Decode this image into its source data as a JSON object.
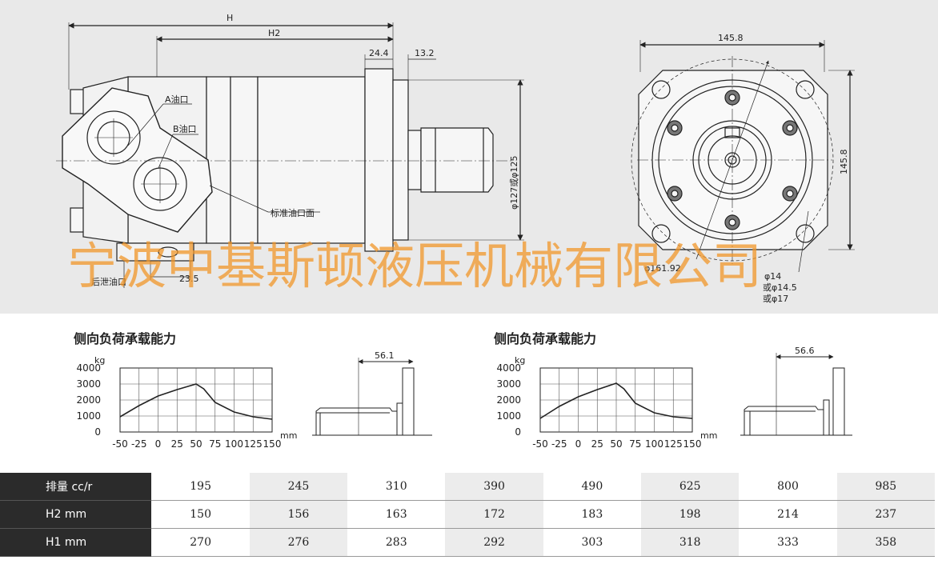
{
  "drawing": {
    "dims": {
      "H": "H",
      "H2": "H2",
      "d24": "24.4",
      "d13": "13.2",
      "d23": "23.5",
      "width_top": "145.8",
      "width_side": "145.8",
      "pilot": "φ127或φ125",
      "pcd": "φ161.92",
      "hole1": "φ14",
      "hole2": "或φ14.5",
      "hole3": "或φ17"
    },
    "callouts": {
      "port_a": "A油口",
      "port_b": "B油口",
      "std_face": "标准油口面",
      "drain": "后泄油口"
    },
    "watermark": "宁波中基斯顿液压机械有限公司"
  },
  "charts": [
    {
      "title": "侧向负荷承载能力",
      "unit_y": "kg",
      "unit_x": "mm",
      "shaft_dim": "56.1"
    },
    {
      "title": "侧向负荷承载能力",
      "unit_y": "kg",
      "unit_x": "mm",
      "shaft_dim": "56.6"
    }
  ],
  "chart_data": [
    {
      "type": "line",
      "title": "侧向负荷承载能力",
      "xlabel": "mm",
      "ylabel": "kg",
      "xlim": [
        -50,
        150
      ],
      "ylim": [
        0,
        4000
      ],
      "x_ticks": [
        "-50",
        "-25",
        "0",
        "25",
        "50",
        "75",
        "100",
        "125",
        "150"
      ],
      "y_ticks": [
        "0",
        "1000",
        "2000",
        "3000",
        "4000"
      ],
      "grid": true,
      "series": [
        {
          "x": [
            -50,
            -25,
            0,
            25,
            50,
            60,
            75,
            100,
            125,
            150
          ],
          "y": [
            950,
            1650,
            2250,
            2650,
            3000,
            2700,
            1850,
            1250,
            950,
            800
          ]
        }
      ]
    },
    {
      "type": "line",
      "title": "侧向负荷承载能力",
      "xlabel": "mm",
      "ylabel": "kg",
      "xlim": [
        -50,
        150
      ],
      "ylim": [
        0,
        4000
      ],
      "x_ticks": [
        "-50",
        "-25",
        "0",
        "25",
        "50",
        "75",
        "100",
        "125",
        "150"
      ],
      "y_ticks": [
        "0",
        "1000",
        "2000",
        "3000",
        "4000"
      ],
      "grid": true,
      "series": [
        {
          "x": [
            -50,
            -25,
            0,
            25,
            50,
            60,
            75,
            100,
            125,
            150
          ],
          "y": [
            850,
            1600,
            2200,
            2650,
            3050,
            2700,
            1800,
            1200,
            950,
            850
          ]
        }
      ]
    }
  ],
  "table": {
    "rows": [
      {
        "label": "排量  cc/r",
        "values": [
          "195",
          "245",
          "310",
          "390",
          "490",
          "625",
          "800",
          "985"
        ]
      },
      {
        "label": "H2    mm",
        "values": [
          "150",
          "156",
          "163",
          "172",
          "183",
          "198",
          "214",
          "237"
        ]
      },
      {
        "label": "H1    mm",
        "values": [
          "270",
          "276",
          "283",
          "292",
          "303",
          "318",
          "333",
          "358"
        ]
      }
    ]
  }
}
